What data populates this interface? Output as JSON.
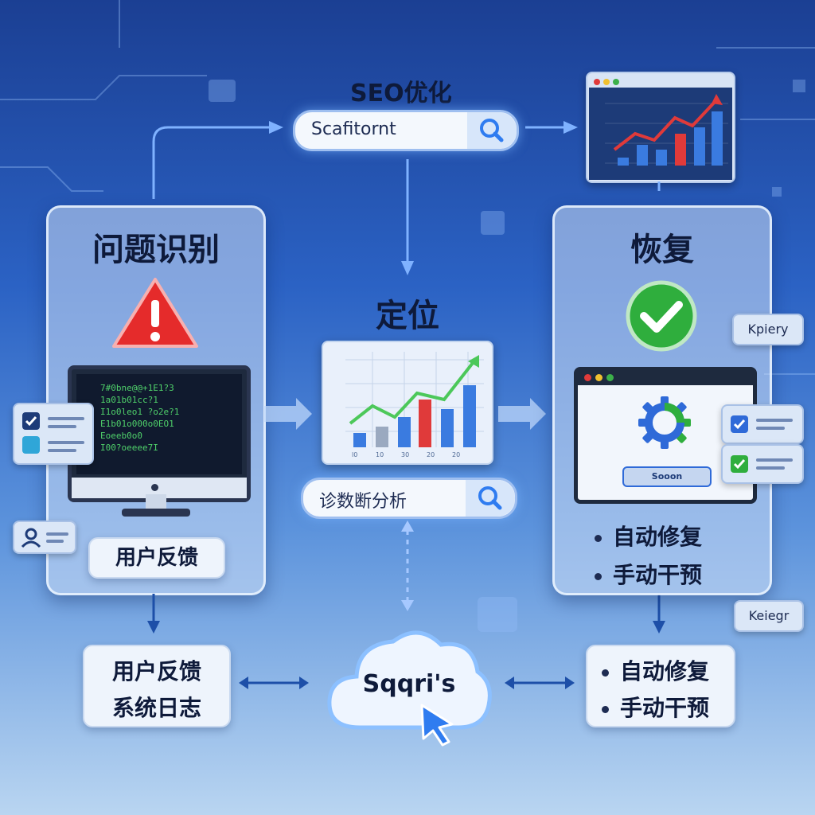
{
  "top": {
    "label": "SEO优化",
    "search_text": "Scafitornt"
  },
  "left_panel": {
    "title": "问题识别",
    "code_lines": [
      "7#0bne@@+1E1?3",
      "1a01b01cc?1",
      "I1o0leo1 ?o2e?1",
      "E1b01o000o0EO1",
      "Eoeeb0o0",
      "I00?oeeee7I"
    ],
    "feedback_label": "用户反馈"
  },
  "middle": {
    "title": "定位",
    "search_text": "诊数断分析",
    "cloud_text": "Sqqri's"
  },
  "right_panel": {
    "title": "恢复",
    "button_label": "Sooon",
    "items": [
      "自动修复",
      "手动干预"
    ],
    "tag_top": "Kpiery",
    "tag_bottom": "Keiegr"
  },
  "bottom_left": {
    "lines": [
      "用户反馈",
      "系统日志"
    ]
  },
  "bottom_right": {
    "items": [
      "自动修复",
      "手动干预"
    ]
  },
  "colors": {
    "warning_red": "#e52b2b",
    "success_green": "#2fae3d",
    "bar_blue": "#3a7be0",
    "bar_red": "#e03a3a",
    "trend_green": "#4cc85a",
    "trend_red": "#e03a3a",
    "accent_blue": "#2f7cf0"
  },
  "icons": [
    "warning-icon",
    "check-circle-icon",
    "gear-icon",
    "search-icon",
    "cloud-icon",
    "cursor-icon",
    "user-icon"
  ]
}
